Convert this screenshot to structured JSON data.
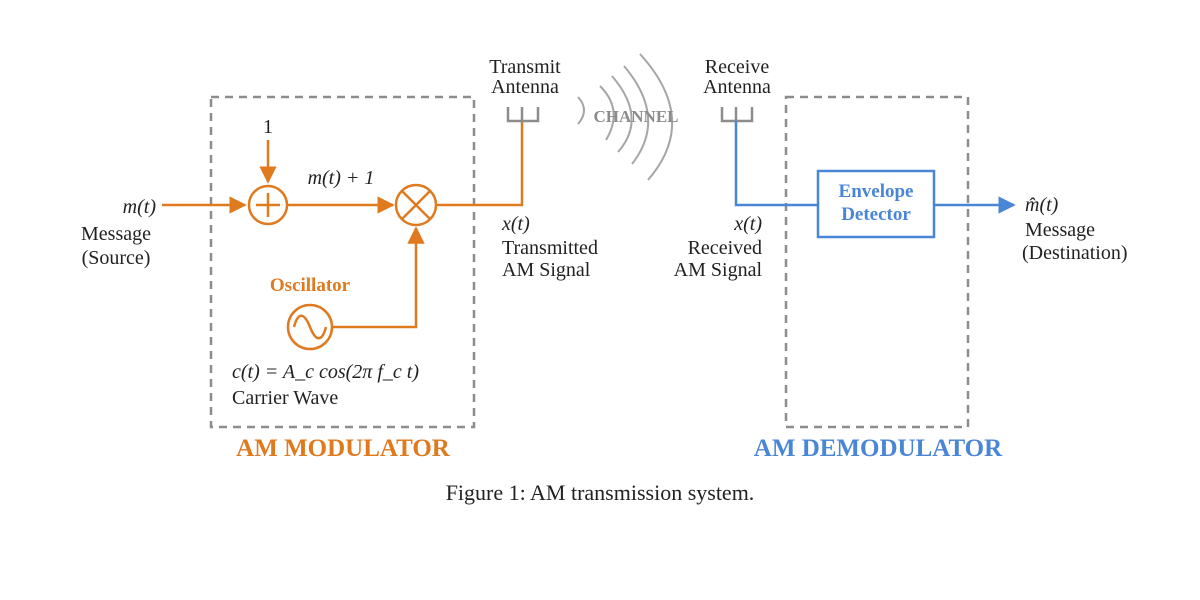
{
  "colors": {
    "modulator": "#e07a1f",
    "demodulator": "#4a86d6",
    "dashed_box": "#8c8c8c",
    "channel_waves": "#a6a6a6",
    "text": "#222222"
  },
  "icons": {
    "adder": "plus-circle-icon",
    "multiplier": "times-circle-icon",
    "oscillator": "sine-wave-circle-icon",
    "antenna": "antenna-fork-icon"
  },
  "labels": {
    "constant_one": "1",
    "message_input": {
      "symbol": "m(t)",
      "line1": "Message",
      "line2": "(Source)"
    },
    "sum_output": "m(t) + 1",
    "oscillator": "Oscillator",
    "carrier": {
      "equation": "c(t) = A_c cos(2π f_c t)",
      "name": "Carrier Wave"
    },
    "transmit_antenna": {
      "line1": "Transmit",
      "line2": "Antenna"
    },
    "receive_antenna": {
      "line1": "Receive",
      "line2": "Antenna"
    },
    "channel": "CHANNEL",
    "transmitted_signal": {
      "symbol": "x(t)",
      "line1": "Transmitted",
      "line2": "AM Signal"
    },
    "received_signal": {
      "symbol": "x(t)",
      "line1": "Received",
      "line2": "AM Signal"
    },
    "envelope_detector": {
      "line1": "Envelope",
      "line2": "Detector"
    },
    "output": {
      "symbol": "m̂(t)",
      "line1": "Message",
      "line2": "(Destination)"
    }
  },
  "blocks": {
    "modulator_title": "AM MODULATOR",
    "demodulator_title": "AM DEMODULATOR"
  },
  "caption": "Figure 1: AM transmission system."
}
